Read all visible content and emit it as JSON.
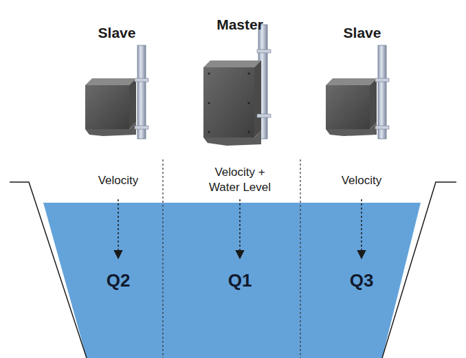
{
  "diagram": {
    "labels": [
      "Slave",
      "Master",
      "Slave",
      "Velocity",
      "Velocity + Water Level",
      "Velocity",
      "Q2",
      "Q1",
      "Q3"
    ]
  }
}
